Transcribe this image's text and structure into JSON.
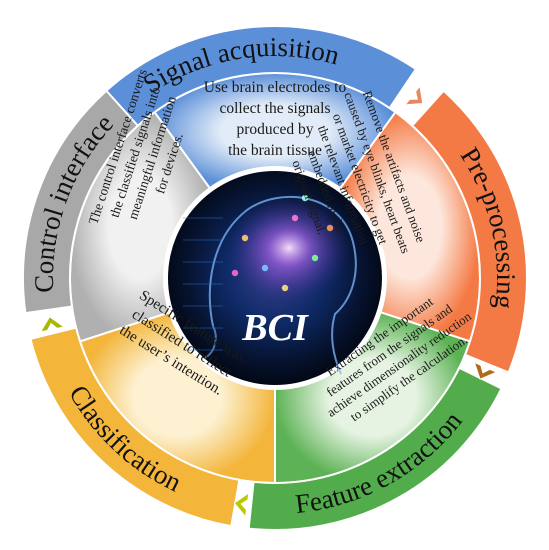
{
  "center": {
    "label": "BCI"
  },
  "stages": [
    {
      "key": "signal_acquisition",
      "title": "Signal acquisition",
      "description": [
        "Use brain electrodes to",
        "collect the signals",
        "produced by",
        "the brain tissue"
      ],
      "color": "#4f86d6"
    },
    {
      "key": "pre_processing",
      "title": "Pre-processing",
      "description": [
        "Remove the artifacts and noise",
        "caused by eye blinks, heart beats",
        "or market electricity  to get",
        "the relevant information",
        "embedded in the",
        "original signal."
      ],
      "color": "#f36f3a"
    },
    {
      "key": "feature_extraction",
      "title": "Feature extraction",
      "description": [
        "Extracting the important",
        "features from the signals and",
        "achieve dimensionality reduction",
        "to simplify the calculation."
      ],
      "color": "#48a84a"
    },
    {
      "key": "classification",
      "title": "Classification",
      "description": [
        "Specific feature was",
        "classified to reflect",
        "the user’s intention."
      ],
      "color": "#f2b535"
    },
    {
      "key": "control_interface",
      "title": "Control interface",
      "description": [
        "The control interface converts",
        "the classified signals into",
        "meaningful information",
        "for devices."
      ],
      "color": "#9b9b9b"
    }
  ]
}
